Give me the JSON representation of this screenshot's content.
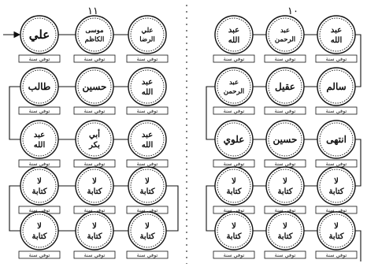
{
  "pages": [
    {
      "number": "١١",
      "rows": [
        [
          "علي",
          "موسى الكاظم",
          "علي الرضا"
        ],
        [
          "طالب",
          "حسين",
          "عبد الله"
        ],
        [
          "عبد الله",
          "أبي بكر",
          "عبد الله"
        ],
        [
          "لا كتابة",
          "لا كتابة",
          "لا كتابة"
        ],
        [
          "لا كتابة",
          "لا كتابة",
          "لا كتابة"
        ]
      ]
    },
    {
      "number": "١٠",
      "rows": [
        [
          "عبد الله",
          "عبد الرحمن",
          "عبد الله"
        ],
        [
          "عبد الرحمن",
          "عقيل",
          "سالم"
        ],
        [
          "علوي",
          "حسين",
          "انتهى"
        ],
        [
          "لا كتابة",
          "لا كتابة",
          "لا كتابة"
        ],
        [
          "لا كتابة",
          "لا كتابة",
          "لا كتابة"
        ]
      ]
    }
  ],
  "caption": "توفي سنة"
}
